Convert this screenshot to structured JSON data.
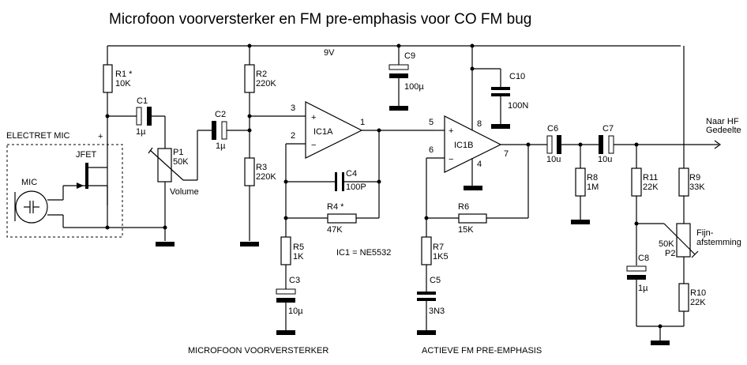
{
  "title": "Microfoon voorversterker en FM pre-emphasis voor CO FM bug",
  "supply": "9V",
  "sections": {
    "preamp": "MICROFOON VOORVERSTERKER",
    "preemphasis": "ACTIEVE FM PRE-EMPHASIS"
  },
  "ic_note": "IC1 = NE5532",
  "mic": {
    "box_label": "ELECTRET MIC",
    "mic_label": "MIC",
    "jfet_label": "JFET",
    "plus": "+"
  },
  "output_label": {
    "line1": "Naar HF",
    "line2": "Gedeelte"
  },
  "components": {
    "R1": {
      "name": "R1 *",
      "value": "10K"
    },
    "R2": {
      "name": "R2",
      "value": "220K"
    },
    "R3": {
      "name": "R3",
      "value": "220K"
    },
    "R4": {
      "name": "R4 *",
      "value": "47K"
    },
    "R5": {
      "name": "R5",
      "value": "1K"
    },
    "R6": {
      "name": "R6",
      "value": "15K"
    },
    "R7": {
      "name": "R7",
      "value": "1K5"
    },
    "R8": {
      "name": "R8",
      "value": "1M"
    },
    "R9": {
      "name": "R9",
      "value": "33K"
    },
    "R10": {
      "name": "R10",
      "value": "22K"
    },
    "R11": {
      "name": "R11",
      "value": "22K"
    },
    "C1": {
      "name": "C1",
      "value": "1µ"
    },
    "C2": {
      "name": "C2",
      "value": "1µ"
    },
    "C3": {
      "name": "C3",
      "value": "10µ"
    },
    "C4": {
      "name": "C4",
      "value": "100P"
    },
    "C5": {
      "name": "C5",
      "value": "3N3"
    },
    "C6": {
      "name": "C6",
      "value": "10u"
    },
    "C7": {
      "name": "C7",
      "value": "10u"
    },
    "C8": {
      "name": "C8",
      "value": "1µ"
    },
    "C9": {
      "name": "C9",
      "value": "100µ"
    },
    "C10": {
      "name": "C10",
      "value": "100N"
    },
    "P1": {
      "name": "P1",
      "value": "50K",
      "label": "Volume"
    },
    "P2": {
      "name": "P2",
      "value": "50K",
      "label1": "Fijn-",
      "label2": "afstemming"
    },
    "IC1A": {
      "name": "IC1A",
      "pin_plus": "3",
      "pin_minus": "2",
      "pin_out": "1"
    },
    "IC1B": {
      "name": "IC1B",
      "pin_plus": "5",
      "pin_minus": "6",
      "pin_out": "7",
      "pin_vcc": "8",
      "pin_gnd": "4"
    }
  },
  "opamp_signs": {
    "plus": "+",
    "minus": "−"
  }
}
